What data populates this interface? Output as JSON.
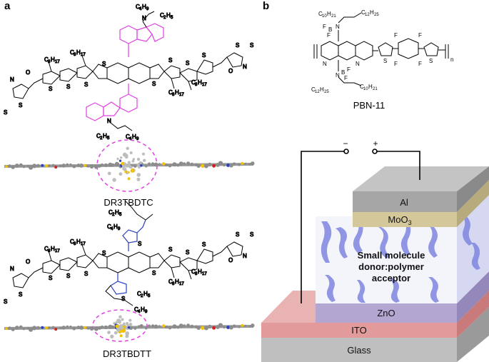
{
  "panel_a": {
    "label": "a",
    "molecule_1": {
      "name": "DR3TBDTC"
    },
    "molecule_2": {
      "name": "DR3TBDTT"
    },
    "atoms": {
      "S": "S",
      "N": "N",
      "O": "O",
      "C4H9": [
        "C",
        "4",
        "H",
        "9"
      ],
      "C2H5": [
        "C",
        "2",
        "H",
        "5"
      ],
      "C8H17": [
        "C",
        "8",
        "H",
        "17"
      ]
    }
  },
  "panel_b": {
    "label": "b",
    "polymer": {
      "name": "PBN-11",
      "c10": [
        "C",
        "10",
        "H",
        "21"
      ],
      "c12": [
        "C",
        "12",
        "H",
        "25"
      ],
      "n_label": "n",
      "F": "F",
      "B": "B",
      "N": "N",
      "S": "S"
    },
    "device": {
      "terminal_minus": "−",
      "terminal_plus": "+",
      "layers": {
        "al": "Al",
        "moo3": [
          "MoO",
          "3"
        ],
        "active": [
          "Small molecule",
          "donor:polymer",
          "acceptor"
        ],
        "zno": "ZnO",
        "ito": "ITO",
        "glass": "Glass"
      },
      "colors": {
        "al": "#a6a6a6",
        "moo3": "#d4c89a",
        "active_bg": "#f4f4fb",
        "active_pattern": "#7f86e0",
        "zno": "#b3a7d1",
        "ito": "#e29a9a",
        "glass": "#bfbfbf"
      }
    }
  },
  "colors": {
    "carbazole": "#e040e0",
    "thiophene_side": "#2a3fbf",
    "dashed_ellipse": "#e040e0",
    "sulfur": "#f2c300",
    "carbon": "#8c8c8c",
    "oxygen": "#d42020",
    "nitrogen": "#2a3fbf"
  }
}
